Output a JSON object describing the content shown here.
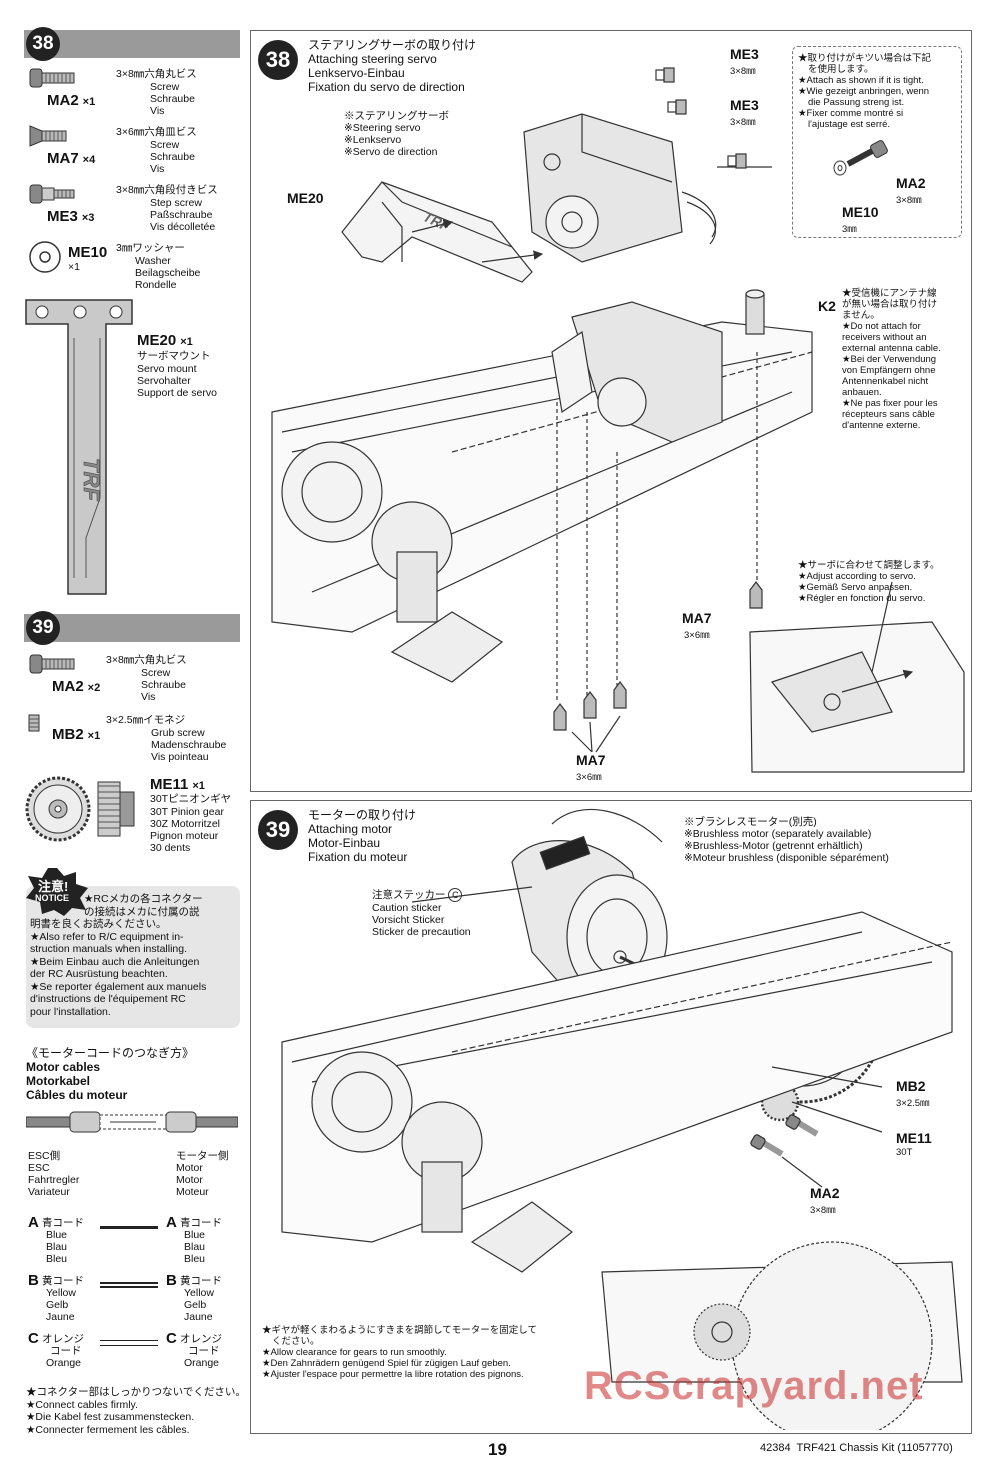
{
  "step38": {
    "number": "38",
    "parts": [
      {
        "code": "MA2",
        "qty": "×1",
        "size": "3×8㎜六角丸ビス",
        "names": [
          "Screw",
          "Schraube",
          "Vis"
        ]
      },
      {
        "code": "MA7",
        "qty": "×4",
        "size": "3×6㎜六角皿ビス",
        "names": [
          "Screw",
          "Schraube",
          "Vis"
        ]
      },
      {
        "code": "ME3",
        "qty": "×3",
        "size": "3×8㎜六角段付きビス",
        "names": [
          "Step screw",
          "Paßschraube",
          "Vis décolletée"
        ]
      },
      {
        "code": "ME10",
        "qty": "×1",
        "size": "3㎜ワッシャー",
        "names": [
          "Washer",
          "Beilagscheibe",
          "Rondelle"
        ]
      }
    ],
    "servo_mount": {
      "code": "ME20",
      "qty": "×1",
      "names": [
        "サーボマウント",
        "Servo mount",
        "Servohalter",
        "Support de servo"
      ],
      "logo": "TRF"
    },
    "title_jp": "ステアリングサーボの取り付け",
    "title_en": "Attaching steering servo",
    "title_de": "Lenkservo-Einbau",
    "title_fr": "Fixation du servo de direction",
    "servo_label": [
      "※ステアリングサーボ",
      "※Steering servo",
      "※Lenkservo",
      "※Servo de direction"
    ],
    "callouts": {
      "me20": "ME20",
      "me3a": "ME3",
      "me3a_size": "3×8㎜",
      "me3b": "ME3",
      "me3b_size": "3×8㎜",
      "ma2": "MA2",
      "ma2_size": "3×8㎜",
      "me10": "ME10",
      "me10_size": "3㎜",
      "k2": "K2",
      "ma7a": "MA7",
      "ma7a_size": "3×6㎜",
      "ma7b": "MA7",
      "ma7b_size": "3×6㎜"
    },
    "tight_note": [
      "★取り付けがキツい場合は下記",
      "を使用します。",
      "★Attach as shown if it is tight.",
      "★Wie gezeigt anbringen, wenn",
      "die Passung streng ist.",
      "★Fixer comme montré si",
      "l'ajustage est serré."
    ],
    "antenna_note": [
      "★受信機にアンテナ線",
      "が無い場合は取り付け",
      "ません。",
      "★Do not attach for",
      "receivers without an",
      "external antenna cable.",
      "★Bei der Verwendung",
      "von Empfängern ohne",
      "Antennenkabel nicht",
      "anbauen.",
      "★Ne pas fixer pour les",
      "récepteurs sans câble",
      "d'antenne externe."
    ],
    "adjust_note": [
      "★サーボに合わせて調整します。",
      "★Adjust according to servo.",
      "★Gemäß Servo anpassen.",
      "★Régler en fonction du servo."
    ]
  },
  "step39": {
    "number": "39",
    "parts": [
      {
        "code": "MA2",
        "qty": "×2",
        "size": "3×8㎜六角丸ビス",
        "names": [
          "Screw",
          "Schraube",
          "Vis"
        ]
      },
      {
        "code": "MB2",
        "qty": "×1",
        "size": "3×2.5㎜イモネジ",
        "names": [
          "Grub screw",
          "Madenschraube",
          "Vis pointeau"
        ]
      },
      {
        "code": "ME11",
        "qty": "×1",
        "size": "30Tピニオンギヤ",
        "names": [
          "30T Pinion gear",
          "30Z Motorritzel",
          "Pignon moteur",
          "30 dents"
        ]
      }
    ],
    "title_jp": "モーターの取り付け",
    "title_en": "Attaching motor",
    "title_de": "Motor-Einbau",
    "title_fr": "Fixation du moteur",
    "motor_label": [
      "※ブラシレスモーター(別売)",
      "※Brushless motor (separately available)",
      "※Brushless-Motor (getrennt erhältlich)",
      "※Moteur brushless (disponible séparément)"
    ],
    "sticker_label": [
      "注意ステッカー",
      "Caution sticker",
      "Vorsicht Sticker",
      "Sticker de precaution"
    ],
    "sticker_mark": "C",
    "callouts": {
      "mb2": "MB2",
      "mb2_size": "3×2.5㎜",
      "me11": "ME11",
      "me11_size": "30T",
      "ma2": "MA2",
      "ma2_size": "3×8㎜"
    },
    "gear_note": [
      "★ギヤが軽くまわるようにすきまを調節してモーターを固定して",
      "ください。",
      "★Allow clearance for gears to run smoothly.",
      "★Den Zahnrädern genügend Spiel für zügigen Lauf geben.",
      "★Ajuster l'espace pour permettre la libre rotation des pignons."
    ]
  },
  "notice": {
    "badge_jp": "注意!",
    "badge_en": "NOTICE",
    "lines": [
      "★RCメカの各コネクター",
      "の接続はメカに付属の説",
      "明書を良くお読みください。",
      "★Also refer to R/C equipment in-",
      "struction manuals when installing.",
      "★Beim Einbau auch die Anleitungen",
      "der RC Ausrüstung beachten.",
      "★Se reporter également aux manuels",
      "d'instructions de l'équipement RC",
      "pour l'installation."
    ]
  },
  "motor_cables": {
    "title_jp": "《モーターコードのつなぎ方》",
    "title_en": "Motor cables",
    "title_de": "Motorkabel",
    "title_fr": "Câbles du moteur",
    "esc_side": [
      "ESC側",
      "ESC",
      "Fahrtregler",
      "Variateur"
    ],
    "motor_side": [
      "モーター側",
      "Motor",
      "Motor",
      "Moteur"
    ],
    "wires": [
      {
        "letter": "A",
        "jp": "青コード",
        "names": [
          "Blue",
          "Blau",
          "Bleu"
        ]
      },
      {
        "letter": "B",
        "jp": "黄コード",
        "names": [
          "Yellow",
          "Gelb",
          "Jaune"
        ]
      },
      {
        "letter": "C",
        "jp": "オレンジ",
        "jp2": "コード",
        "names": [
          "Orange"
        ]
      }
    ],
    "connect_note": [
      "★コネクター部はしっかりつないでください。",
      "★Connect cables firmly.",
      "★Die Kabel fest zusammenstecken.",
      "★Connecter fermement les câbles."
    ]
  },
  "footer": {
    "page_number": "19",
    "kit": "42384  TRF421 Chassis Kit (11057770)",
    "watermark": "RCScrapyard.net"
  }
}
